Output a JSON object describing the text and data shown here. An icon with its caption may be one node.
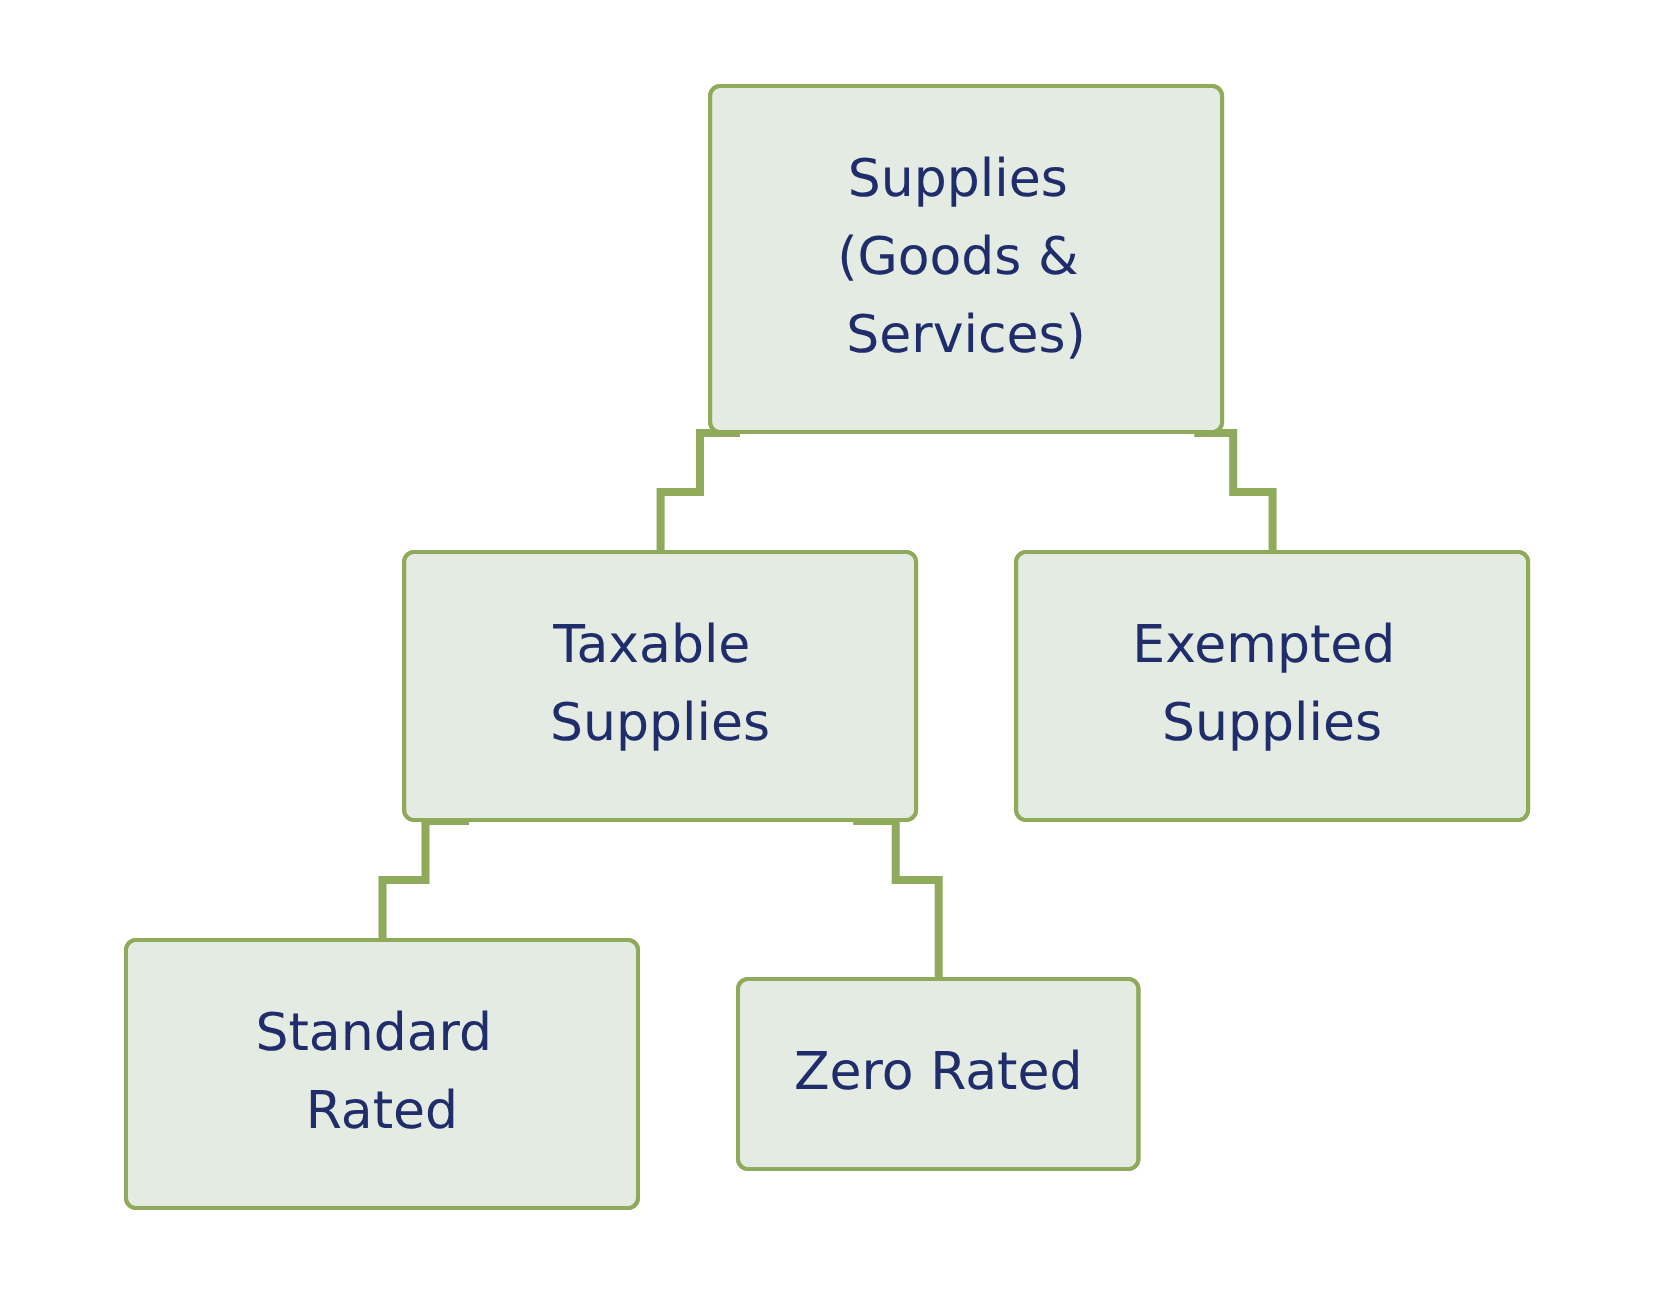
{
  "diagram": {
    "nodes": [
      {
        "text": [
          "Supplies (Goods & Services)"
        ]
      },
      {
        "text": [
          "Taxable Supplies"
        ]
      },
      {
        "text": [
          "Exempted Supplies"
        ]
      },
      {
        "text": [
          "Standard Rated"
        ]
      },
      {
        "text": [
          "Zero Rated"
        ]
      }
    ],
    "edges": [
      {
        "from": 0,
        "to": 1,
        "arrow": "none"
      },
      {
        "from": 0,
        "to": 2,
        "arrow": "none"
      },
      {
        "from": 1,
        "to": 3,
        "arrow": "none"
      },
      {
        "from": 1,
        "to": 4,
        "arrow": "none"
      }
    ]
  }
}
